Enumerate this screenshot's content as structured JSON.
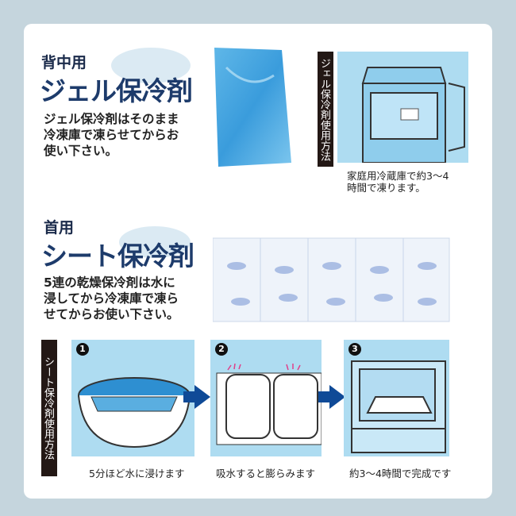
{
  "gel": {
    "subtitle": "背中用",
    "title": "ジェル保冷剤",
    "description": [
      "ジェル保冷剤はそのまま",
      "冷凍庫で凍らせてからお",
      "使い下さい。"
    ],
    "usage_label": "ジェル保冷剤使用方法",
    "caption": [
      "家庭用冷蔵庫で約3〜4",
      "時間で凍ります。"
    ]
  },
  "sheet": {
    "subtitle": "首用",
    "title": "シート保冷剤",
    "description": [
      "5連の乾燥保冷剤は水に",
      "浸してから冷凍庫で凍ら",
      "せてからお使い下さい。"
    ],
    "usage_label": "シート保冷剤使用方法",
    "steps": [
      {
        "number": "1",
        "caption": "5分ほど水に浸けます"
      },
      {
        "number": "2",
        "caption": "吸水すると膨らみます"
      },
      {
        "number": "3",
        "caption": "約3〜4時間で完成です"
      }
    ]
  },
  "colors": {
    "accent": "#1d3b6b",
    "panel": "#aedcf1",
    "arrow": "#0f4a97"
  }
}
